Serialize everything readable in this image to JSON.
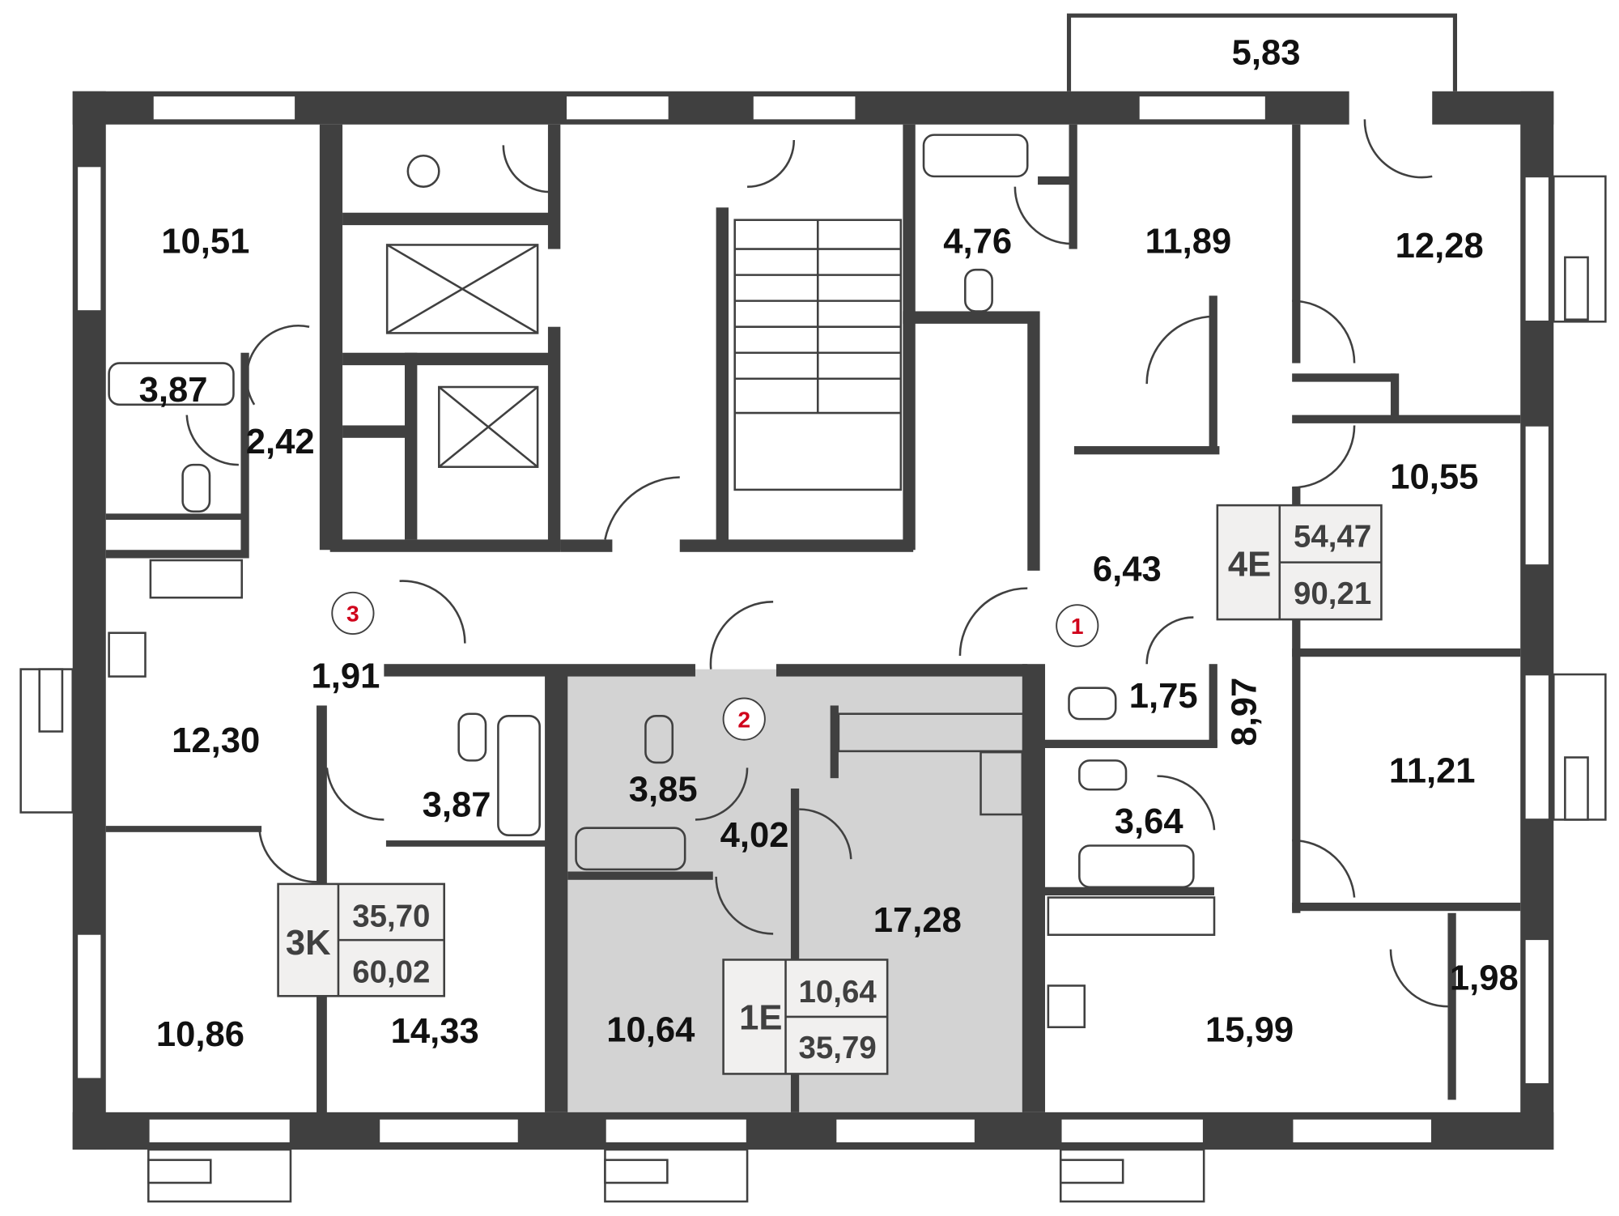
{
  "colors": {
    "wall": "#404040",
    "highlight": "#d3d3d3",
    "marker": "#d0021b",
    "summary_box": "#f1f0ef"
  },
  "rooms": [
    {
      "id": "r1",
      "area": "10,51"
    },
    {
      "id": "r2",
      "area": "3,87"
    },
    {
      "id": "r3",
      "area": "2,42"
    },
    {
      "id": "r4",
      "area": "12,30"
    },
    {
      "id": "r5",
      "area": "1,91"
    },
    {
      "id": "r6",
      "area": "3,87"
    },
    {
      "id": "r7",
      "area": "10,86"
    },
    {
      "id": "r8",
      "area": "14,33"
    },
    {
      "id": "r9",
      "area": "3,85"
    },
    {
      "id": "r10",
      "area": "4,02"
    },
    {
      "id": "r11",
      "area": "17,28"
    },
    {
      "id": "r12",
      "area": "10,64"
    },
    {
      "id": "r13",
      "area": "4,76"
    },
    {
      "id": "r14",
      "area": "11,89"
    },
    {
      "id": "r15",
      "area": "12,28"
    },
    {
      "id": "r16",
      "area": "5,83"
    },
    {
      "id": "r17",
      "area": "10,55"
    },
    {
      "id": "r18",
      "area": "6,43"
    },
    {
      "id": "r19",
      "area": "1,75"
    },
    {
      "id": "r20",
      "area": "8,97"
    },
    {
      "id": "r21",
      "area": "11,21"
    },
    {
      "id": "r22",
      "area": "3,64"
    },
    {
      "id": "r23",
      "area": "15,99"
    },
    {
      "id": "r24",
      "area": "1,98"
    }
  ],
  "apartments": [
    {
      "type": "3K",
      "living": "35,70",
      "total": "60,02",
      "marker": "3"
    },
    {
      "type": "1E",
      "living": "10,64",
      "total": "35,79",
      "marker": "2"
    },
    {
      "type": "4E",
      "living": "54,47",
      "total": "90,21",
      "marker": "1"
    }
  ]
}
